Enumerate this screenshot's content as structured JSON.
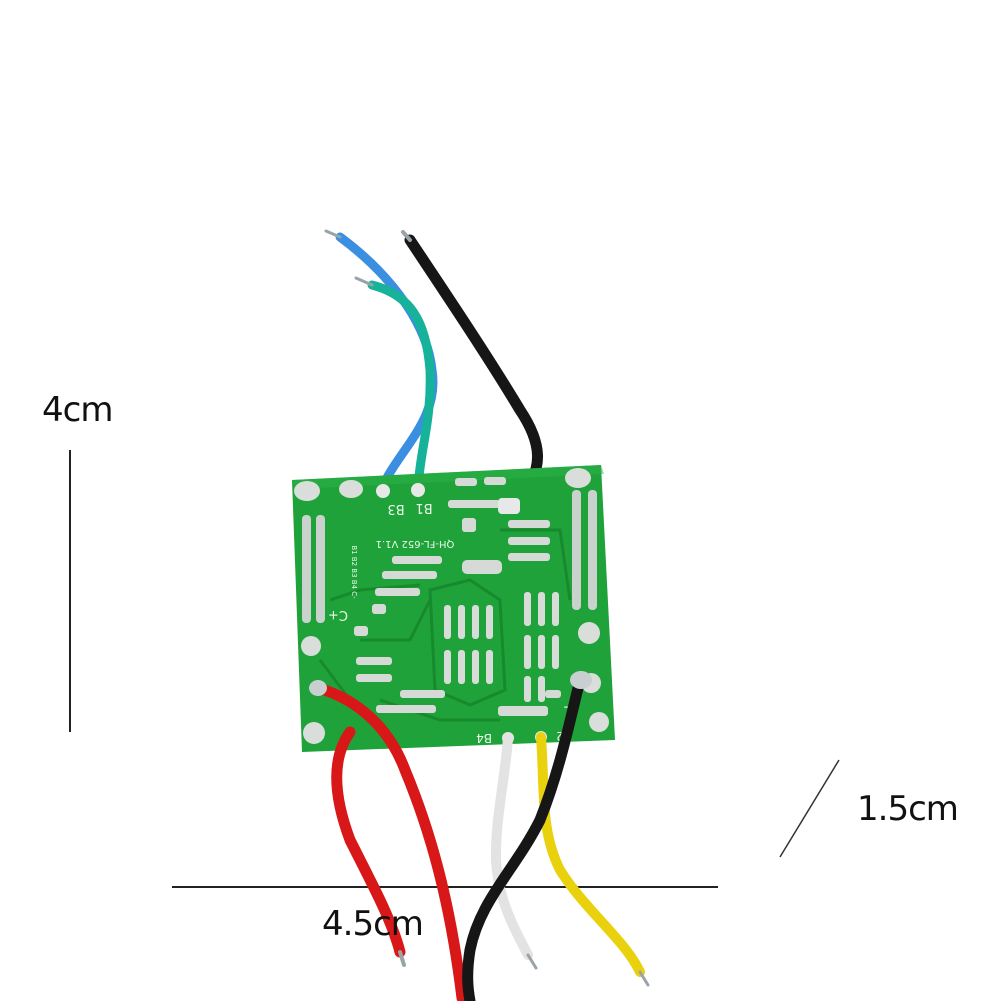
{
  "dimensions": {
    "height_label": "4cm",
    "width_label": "4.5cm",
    "depth_label": "1.5cm"
  },
  "board": {
    "model_marking": "QH-FL-652 V1.1",
    "pad_labels": {
      "b3": "B3",
      "b1": "B1",
      "b4": "B4",
      "b2": "B2",
      "c_plus": "C+",
      "minus": "-"
    },
    "side_marking": "B1 B2 B3 B4 C-"
  },
  "colors": {
    "pcb": "#1fa23a",
    "pcb_dark": "#15822b",
    "pad": "#d9dedb",
    "wire_red": "#d81818",
    "wire_black": "#161616",
    "wire_white": "#f1f1f1",
    "wire_yellow": "#ead10e",
    "wire_blue": "#3a8fe0",
    "wire_green": "#16b39a"
  }
}
